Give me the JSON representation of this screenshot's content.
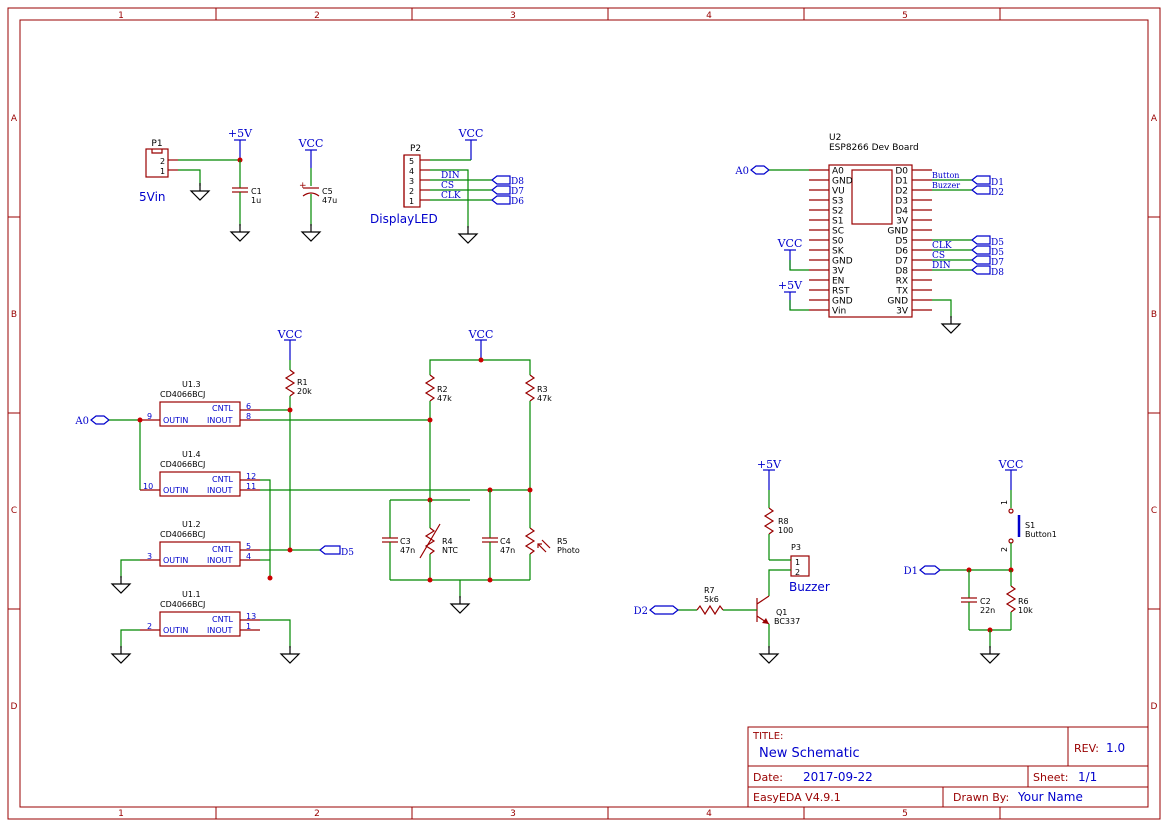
{
  "border": {
    "columns": [
      "1",
      "2",
      "3",
      "4",
      "5"
    ],
    "rows": [
      "A",
      "B",
      "C",
      "D"
    ]
  },
  "title_block": {
    "title_label": "TITLE:",
    "title": "New Schematic",
    "rev_label": "REV:",
    "rev": "1.0",
    "date_label": "Date:",
    "date": "2017-09-22",
    "sheet_label": "Sheet:",
    "sheet": "1/1",
    "tool": "EasyEDA V4.9.1",
    "drawn_by_label": "Drawn By:",
    "drawn_by": "Your Name"
  },
  "power": {
    "p5v": "+5V",
    "vcc": "VCC"
  },
  "p1": {
    "ref": "P1",
    "name": "5Vin",
    "pin2": "2",
    "pin1": "1"
  },
  "c1": {
    "ref": "C1",
    "value": "1u"
  },
  "c5": {
    "ref": "C5",
    "value": "47u",
    "plus": "+"
  },
  "p2": {
    "ref": "P2",
    "name": "DisplayLED",
    "pins": [
      "5",
      "4",
      "3",
      "2",
      "1"
    ],
    "nets": [
      "DIN",
      "CS",
      "CLK"
    ],
    "flags": [
      "D8",
      "D7",
      "D6"
    ]
  },
  "u2": {
    "ref": "U2",
    "name": "ESP8266 Dev Board",
    "left_pins": [
      "A0",
      "GND",
      "VU",
      "S3",
      "S2",
      "S1",
      "SC",
      "S0",
      "SK",
      "GND",
      "3V",
      "EN",
      "RST",
      "GND",
      "Vin"
    ],
    "right_pins": [
      "D0",
      "D1",
      "D2",
      "D3",
      "D4",
      "3V",
      "GND",
      "D5",
      "D6",
      "D7",
      "D8",
      "RX",
      "TX",
      "GND",
      "3V"
    ],
    "a0_flag": "A0",
    "right_nets": [
      "Button",
      "Buzzer",
      "CLK",
      "CS",
      "DIN"
    ],
    "right_flags": [
      "D1",
      "D2",
      "D5",
      "D5",
      "D7",
      "D8"
    ]
  },
  "switches": [
    {
      "ref": "U1.3",
      "name": "CD4066BCJ",
      "cntl": "CNTL",
      "outin": "OUTIN",
      "inout": "INOUT",
      "pin_cntl": "6",
      "pin_inout": "8",
      "pin_outin": "9"
    },
    {
      "ref": "U1.4",
      "name": "CD4066BCJ",
      "cntl": "CNTL",
      "outin": "OUTIN",
      "inout": "INOUT",
      "pin_cntl": "12",
      "pin_inout": "11",
      "pin_outin": "10"
    },
    {
      "ref": "U1.2",
      "name": "CD4066BCJ",
      "cntl": "CNTL",
      "outin": "OUTIN",
      "inout": "INOUT",
      "pin_cntl": "5",
      "pin_inout": "4",
      "pin_outin": "3"
    },
    {
      "ref": "U1.1",
      "name": "CD4066BCJ",
      "cntl": "CNTL",
      "outin": "OUTIN",
      "inout": "INOUT",
      "pin_cntl": "13",
      "pin_inout": "1",
      "pin_outin": "2"
    }
  ],
  "analog": {
    "a0_flag": "A0",
    "d5_flag": "D5",
    "r1": {
      "ref": "R1",
      "value": "20k"
    },
    "r2": {
      "ref": "R2",
      "value": "47k"
    },
    "r3": {
      "ref": "R3",
      "value": "47k"
    },
    "c3": {
      "ref": "C3",
      "value": "47n"
    },
    "r4": {
      "ref": "R4",
      "value": "NTC"
    },
    "c4": {
      "ref": "C4",
      "value": "47n"
    },
    "r5": {
      "ref": "R5",
      "value": "Photo"
    }
  },
  "buzzer": {
    "r8": {
      "ref": "R8",
      "value": "100"
    },
    "p3": {
      "ref": "P3",
      "name": "Buzzer",
      "pin1": "1",
      "pin2": "2"
    },
    "r7": {
      "ref": "R7",
      "value": "5k6"
    },
    "q1": {
      "ref": "Q1",
      "value": "BC337"
    },
    "d2_flag": "D2"
  },
  "button": {
    "s1": {
      "ref": "S1",
      "value": "Button1",
      "pin1": "1",
      "pin2": "2"
    },
    "c2": {
      "ref": "C2",
      "value": "22n"
    },
    "r6": {
      "ref": "R6",
      "value": "10k"
    },
    "d1_flag": "D1"
  }
}
